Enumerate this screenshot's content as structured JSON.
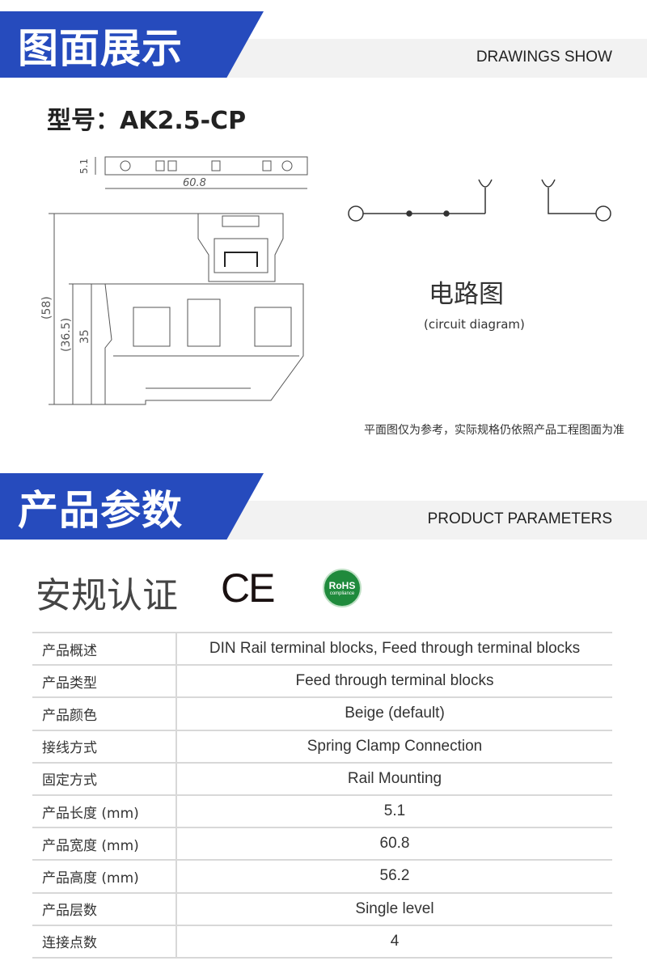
{
  "section1": {
    "title": "图面展示",
    "subtitle": "DRAWINGS SHOW"
  },
  "model_label": "型号：AK2.5-CP",
  "drawing": {
    "dim_width": "60.8",
    "dim_thickness": "5.1",
    "dim_total": "(58)",
    "dim_mid": "(36.5)",
    "dim_rail": "35"
  },
  "circuit": {
    "title": "电路图",
    "subtitle": "(circuit diagram)"
  },
  "note": "平面图仅为参考，实际规格仍依照产品工程图面为准",
  "section2": {
    "title": "产品参数",
    "subtitle": "PRODUCT PARAMETERS"
  },
  "cert": {
    "title": "安规认证",
    "ce": "CE",
    "rohs": "RoHS",
    "rohs_sub": "compliance"
  },
  "colors": {
    "accent": "#264bbd",
    "band": "#f2f2f2",
    "rohs": "#1f8a3c"
  },
  "params": [
    {
      "key": "产品概述",
      "value": "DIN Rail terminal blocks, Feed through terminal blocks"
    },
    {
      "key": "产品类型",
      "value": "Feed through terminal blocks"
    },
    {
      "key": "产品颜色",
      "value": "Beige (default)"
    },
    {
      "key": "接线方式",
      "value": "Spring Clamp Connection"
    },
    {
      "key": "固定方式",
      "value": "Rail Mounting"
    },
    {
      "key": "产品长度 (mm)",
      "value": "5.1"
    },
    {
      "key": "产品宽度 (mm)",
      "value": "60.8"
    },
    {
      "key": "产品高度 (mm)",
      "value": "56.2"
    },
    {
      "key": "产品层数",
      "value": "Single level"
    },
    {
      "key": "连接点数",
      "value": "4"
    }
  ]
}
